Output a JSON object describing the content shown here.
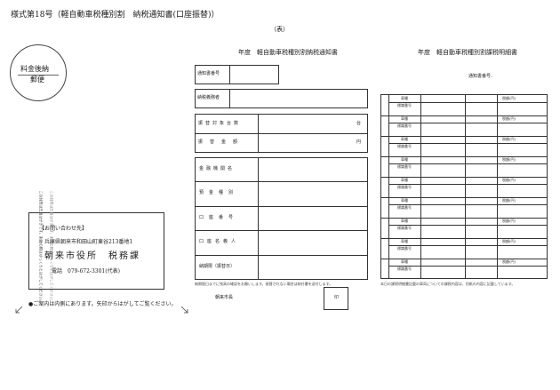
{
  "header": {
    "form_title": "様式第18号（軽自動車税種別割　納税通知書(口座振替)）",
    "side_label": "（表）"
  },
  "postage": {
    "line1": "料金後納",
    "line2": "郵便"
  },
  "notice": {
    "title": "年度　軽自動車税種別割納税通知書",
    "number_label": "通知書番号",
    "taxpayer_label": "納税義務者",
    "vehicle_count_label": "振替対象台数",
    "vehicle_count_unit": "台",
    "amount_label": "振替金額",
    "amount_unit": "円",
    "bank_rows": [
      "金融機関名",
      "預金種別",
      "口座番号",
      "口座名義人",
      "納期限（振替日）"
    ],
    "footnote": "納期限日までに残高の確認をお願いします。振替されない場合は納付書を送付します。",
    "issuer": "朝来市長",
    "seal_text": "印"
  },
  "statement": {
    "title": "年度　軽自動車税種別割課税明細書",
    "number_label": "通知書番号:",
    "row_labels": [
      "車種",
      "標識番号"
    ],
    "row_value_label": "税額(円)",
    "row_count": 9,
    "footnote": "本日の課税明細書記載の車両についての課税内容は、別紙の内容に記載しています。"
  },
  "contact": {
    "heading": "【お問い合わせ先】",
    "address": "兵庫県朝来市和田山町東谷213番地1",
    "office": "朝来市役所　税務課",
    "phone": "電話　079-672-3301(代表)"
  },
  "side_note": "この封筒は圧着はがきです。剥離の際はゆっくりとはがしてください。",
  "bottom_note": "●ご案内は内側にあります。矢印からはがしてご覧ください。"
}
